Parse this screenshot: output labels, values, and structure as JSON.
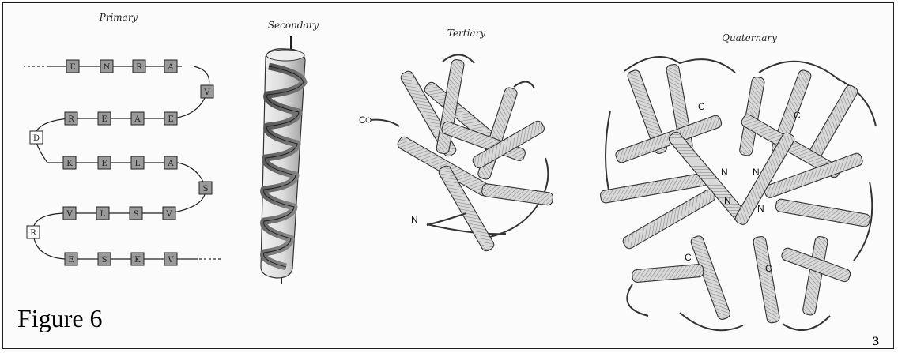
{
  "figure": {
    "caption": "Figure 6",
    "page_number": "3",
    "panel_titles": [
      "Primary",
      "Secondary",
      "Tertiary",
      "Quaternary"
    ]
  },
  "primary": {
    "rows": [
      [
        "E",
        "N",
        "R",
        "A"
      ],
      [
        "V"
      ],
      [
        "R",
        "E",
        "A",
        "E"
      ],
      [
        "D"
      ],
      [
        "K",
        "E",
        "L",
        "A"
      ],
      [
        "S"
      ],
      [
        "V",
        "L",
        "S",
        "V"
      ],
      [
        "R"
      ],
      [
        "E",
        "S",
        "K",
        "V"
      ]
    ]
  },
  "tertiary": {
    "c_label": "C",
    "n_label": "N"
  },
  "quaternary": {
    "terminus_labels": [
      "C",
      "C",
      "N",
      "N",
      "N",
      "N",
      "C",
      "C"
    ]
  }
}
